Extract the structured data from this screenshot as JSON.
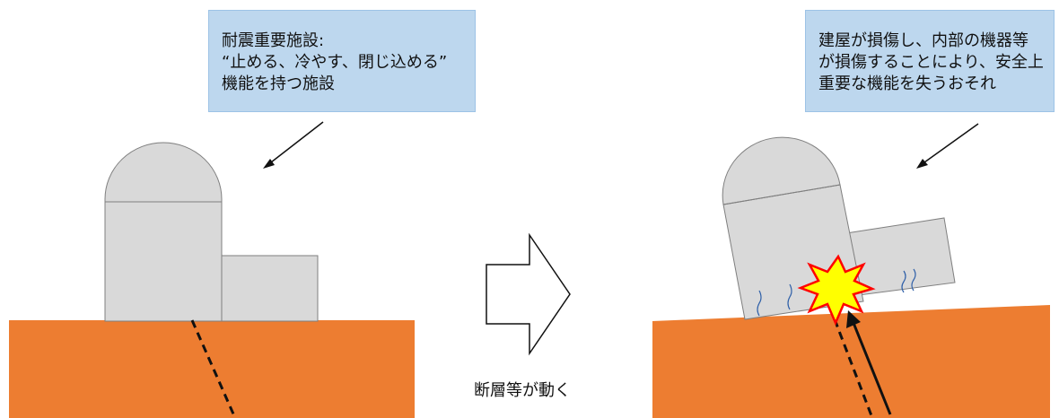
{
  "callouts": {
    "before": {
      "line1": "耐震重要施設:",
      "line2": "“止める、冷やす、閉じ込める”",
      "line3": "機能を持つ施設"
    },
    "after": {
      "line1": "建屋が損傷し、内部の機器等",
      "line2": "が損傷することにより、安全上",
      "line3": "重要な機能を失うおそれ"
    }
  },
  "transition": {
    "caption": "断層等が動く"
  },
  "colors": {
    "ground": "#ed7d31",
    "building": "#d9d9d9",
    "callout_fill": "#bdd7ee",
    "impact_fill": "#ffff00",
    "impact_stroke": "#ff0000"
  }
}
